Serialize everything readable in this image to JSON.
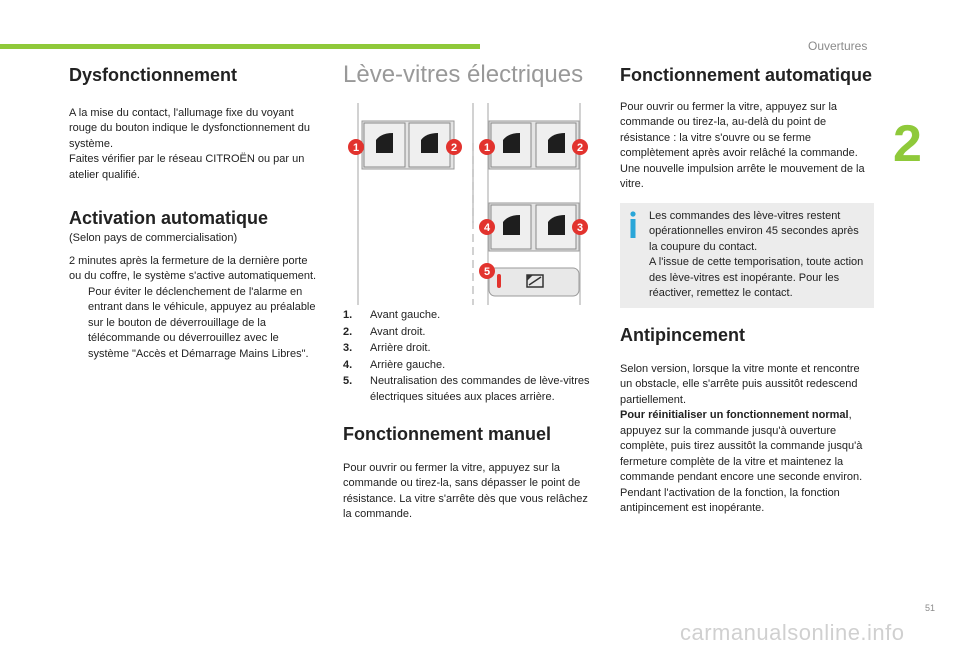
{
  "header": {
    "section": "Ouvertures",
    "chapter": "2",
    "page_number": "51",
    "watermark": "carmanualsonline.info"
  },
  "col1": {
    "dysfonctionnement": {
      "title": "Dysfonctionnement",
      "p1": "A la mise du contact, l'allumage fixe du voyant rouge du bouton indique le dysfonctionnement du système.",
      "p2": "Faites vérifier par le réseau CITROËN ou par un atelier qualifié."
    },
    "activation": {
      "title": "Activation automatique",
      "subtitle": "(Selon pays de commercialisation)",
      "p1": "2 minutes après la fermeture de la dernière porte ou du coffre, le système s'active automatiquement.",
      "bullet_mark": "",
      "bullet": "Pour éviter le déclenchement de l'alarme en entrant dans le véhicule, appuyez au préalable sur le bouton de déverrouillage de la télécommande ou déverrouillez avec le système \"Accès et Démarrage Mains Libres\"."
    }
  },
  "col2": {
    "title": "Lève-vitres électriques",
    "diagram_labels": [
      "1",
      "2",
      "1",
      "2",
      "4",
      "3",
      "5"
    ],
    "items": [
      {
        "n": "1.",
        "text": "Avant gauche."
      },
      {
        "n": "2.",
        "text": "Avant droit."
      },
      {
        "n": "3.",
        "text": "Arrière droit."
      },
      {
        "n": "4.",
        "text": "Arrière gauche."
      },
      {
        "n": "5.",
        "text": "Neutralisation des commandes de lève-vitres électriques situées aux places arrière."
      }
    ],
    "manuel": {
      "title": "Fonctionnement manuel",
      "p1": "Pour ouvrir ou fermer la vitre, appuyez sur la commande ou tirez-la, sans dépasser le point de résistance. La vitre s'arrête dès que vous relâchez la commande."
    }
  },
  "col3": {
    "automatique": {
      "title": "Fonctionnement automatique",
      "p1": "Pour ouvrir ou fermer la vitre, appuyez sur la commande ou tirez-la, au-delà du point de résistance : la vitre s'ouvre ou se ferme complètement après avoir relâché la commande. Une nouvelle impulsion arrête le mouvement de la vitre."
    },
    "info": {
      "icon": "info-icon",
      "p1": "Les commandes des lève-vitres restent opérationnelles environ 45 secondes après la coupure du contact.",
      "p2": "A l'issue de cette temporisation, toute action des lève-vitres est inopérante. Pour les réactiver, remettez le contact."
    },
    "antipincement": {
      "title": "Antipincement",
      "p1": "Selon version, lorsque la vitre monte et rencontre un obstacle, elle s'arrête puis aussitôt redescend partiellement.",
      "p2_bold": "Pour réinitialiser un fonctionnement normal",
      "p2_rest": ", appuyez sur la commande jusqu'à ouverture complète, puis tirez aussitôt la commande jusqu'à fermeture complète de la vitre et maintenez la commande pendant encore une seconde environ.",
      "p3": "Pendant l'activation de la fonction, la fonction antipincement est inopérante."
    }
  },
  "colors": {
    "accent_green": "#8fc93a",
    "callout_red": "#e2332e",
    "info_blue": "#2aa6d8",
    "box_grey": "#ececec"
  }
}
